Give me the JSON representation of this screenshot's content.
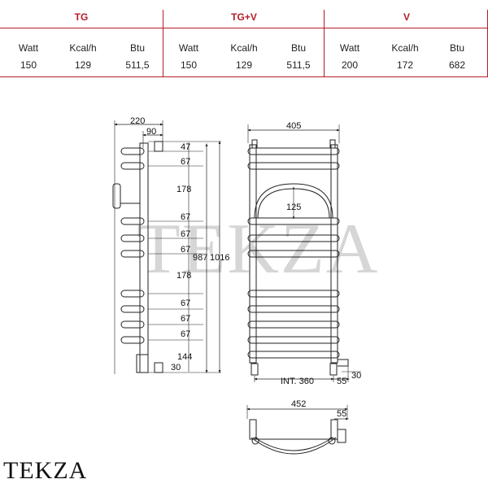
{
  "table": {
    "groups": [
      {
        "name": "TG",
        "cols": [
          {
            "header": "Watt",
            "value": "150"
          },
          {
            "header": "Kcal/h",
            "value": "129"
          },
          {
            "header": "Btu",
            "value": "511,5"
          }
        ]
      },
      {
        "name": "TG+V",
        "cols": [
          {
            "header": "Watt",
            "value": "150"
          },
          {
            "header": "Kcal/h",
            "value": "129"
          },
          {
            "header": "Btu",
            "value": "511,5"
          }
        ]
      },
      {
        "name": "V",
        "cols": [
          {
            "header": "Watt",
            "value": "200"
          },
          {
            "header": "Kcal/h",
            "value": "172"
          },
          {
            "header": "Btu",
            "value": "682"
          }
        ]
      }
    ],
    "accent_color": "#b31d27"
  },
  "side_view": {
    "width_total": "220",
    "width_inner": "90",
    "spacings": [
      "47",
      "67",
      "178",
      "67",
      "67",
      "67",
      "178",
      "67",
      "67",
      "67",
      "144"
    ],
    "height_inner": "987",
    "height_total": "1016",
    "bottom_offset": "30"
  },
  "front_view": {
    "width": "405",
    "arc_height": "125",
    "interaxis": "INT. 360",
    "offset_right": "55",
    "offset_bottom": "30"
  },
  "top_view": {
    "width": "452",
    "offset": "55"
  },
  "watermark": "TEKZA",
  "brand": "TEKZA"
}
